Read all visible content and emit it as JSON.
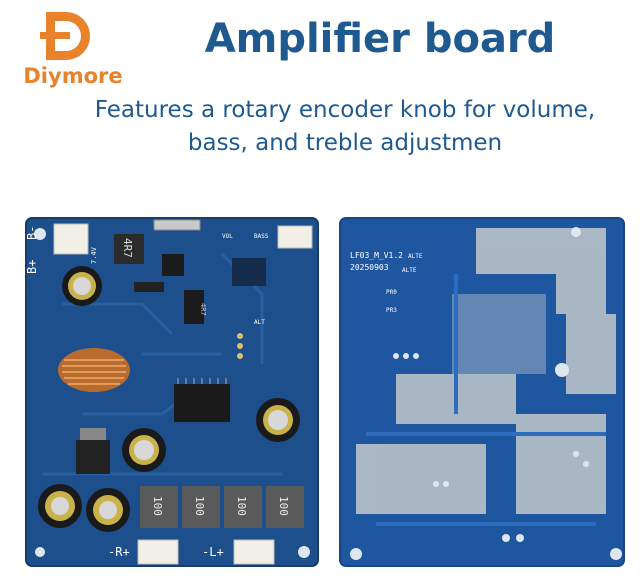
{
  "brand": {
    "name": "Diymore",
    "accent_color": "#e8832b"
  },
  "header": {
    "title": "Amplifier board",
    "subtitle_line1": "Features a rotary encoder knob for volume,",
    "subtitle_line2": "bass, and treble adjustmen",
    "title_color": "#1e5a8f"
  },
  "front_board": {
    "labels": {
      "b_plus": "B+",
      "b_minus": "B-",
      "inductor_main": "4R7",
      "inductor_small": "4R7",
      "r_channel": "-R+",
      "l_channel": "-L+",
      "choke1": "100",
      "choke2": "100",
      "choke3": "100",
      "choke4": "100",
      "vol": "VOL",
      "bass": "BASS",
      "alt": "ALT",
      "voltage": "7.4V"
    },
    "pcb_color": "#1d4f8c"
  },
  "back_board": {
    "labels": {
      "model": "LF03_M_V1.2",
      "date": "20250903",
      "alt1": "ALTE",
      "alt2": "ALTE",
      "pr0": "PR0",
      "pr3": "PR3"
    },
    "pcb_color": "#1f56a0"
  }
}
